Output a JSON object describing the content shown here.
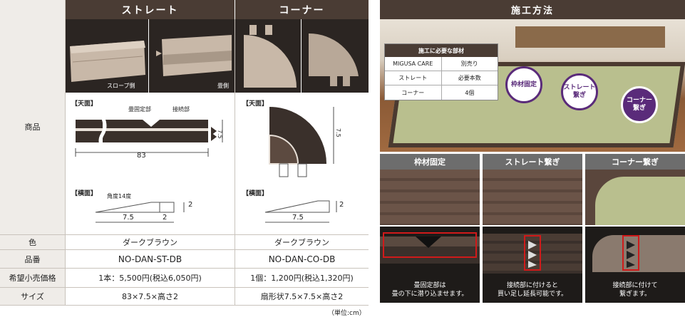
{
  "spec": {
    "straight_header": "ストレート",
    "corner_header": "コーナー",
    "row_product": "商品",
    "row_color": "色",
    "row_code": "品番",
    "row_price": "希望小売価格",
    "row_size": "サイズ",
    "photo_slope": "スロープ側",
    "photo_tatami": "畳側",
    "top_view": "【天面】",
    "side_view": "【横面】",
    "label_fix": "畳固定部",
    "label_joint": "接続部",
    "angle": "角度14度",
    "dim_83": "83",
    "dim_75": "7.5",
    "dim_2": "2",
    "straight_color": "ダークブラウン",
    "corner_color": "ダークブラウン",
    "straight_code": "NO-DAN-ST-DB",
    "corner_code": "NO-DAN-CO-DB",
    "straight_price": "1本：5,500円(税込6,050円)",
    "corner_price": "1個：1,200円(税込1,320円)",
    "straight_size": "83×7.5×高さ2",
    "corner_size": "扇形状7.5×7.5×高さ2",
    "unit": "（単位:cm）"
  },
  "method": {
    "header": "施工方法",
    "table_title": "施工に必要な部材",
    "rows": [
      [
        "MIGUSA CARE",
        "別売り"
      ],
      [
        "ストレート",
        "必要本数"
      ],
      [
        "コーナー",
        "4個"
      ]
    ],
    "bubble_frame": "枠材固定",
    "bubble_straight": "ストレート\n繋ぎ",
    "bubble_corner": "コーナー\n繋ぎ",
    "sub_frame": "枠材固定",
    "sub_straight": "ストレート繋ぎ",
    "sub_corner": "コーナー繋ぎ",
    "cap_frame": "畳固定部は\n畳の下に潜り込ませます。",
    "cap_straight": "接続部に付けると\n買い足し延長可能です。",
    "cap_corner": "接続部に付けて\n繋ぎます。"
  },
  "colors": {
    "header": "#4a3c34",
    "accent": "#5a2b7a",
    "highlight": "#d01a1a"
  }
}
